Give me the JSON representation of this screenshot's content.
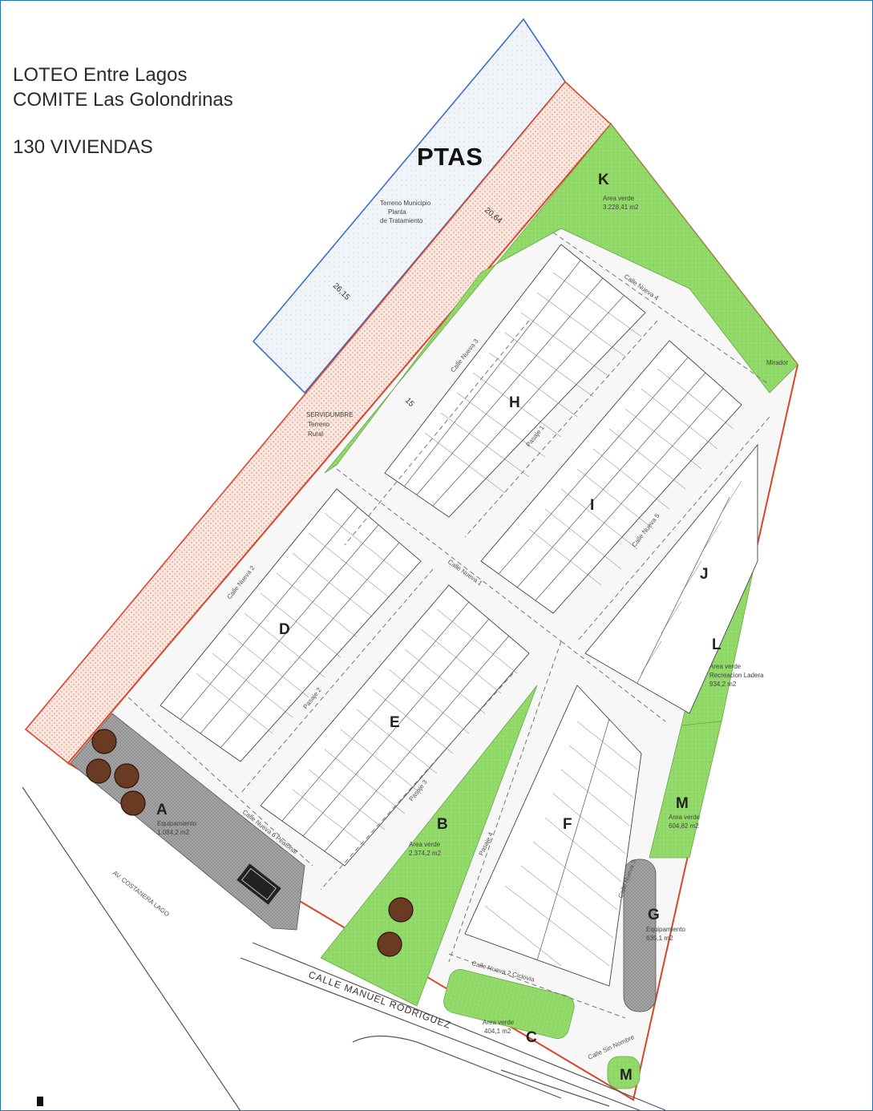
{
  "title": {
    "line1": "LOTEO Entre Lagos",
    "line2": "COMITE Las Golondrinas",
    "line3": "130 VIVIENDAS"
  },
  "ptas_label": "PTAS",
  "ptas_note": [
    "Terreno Municipio",
    "Planta",
    "de Tratamiento"
  ],
  "servi_note": [
    "SERVIDUMBRE",
    "Terreno",
    "Rural"
  ],
  "dimensions": {
    "top": "20,64",
    "left": "26,15",
    "mid": "15"
  },
  "lots": {
    "A": "A",
    "B": "B",
    "C": "C",
    "D": "D",
    "E": "E",
    "F": "F",
    "G": "G",
    "H": "H",
    "I": "I",
    "J": "J",
    "K": "K",
    "L": "L",
    "M": "M",
    "M2": "M"
  },
  "area_notes": {
    "K": [
      "Area verde",
      "3.228,41 m2"
    ],
    "L": [
      "Area verde",
      "Recreacion Ladera",
      "934,2 m2"
    ],
    "M": [
      "Area verde",
      "604,82 m2"
    ],
    "B": [
      "Area verde",
      "2.374,2 m2"
    ],
    "C": [
      "Area verde",
      "404,1 m2"
    ],
    "A": [
      "Equipamiento",
      "1.084,2 m2"
    ],
    "G": [
      "Equipamiento",
      "635,1 m2"
    ],
    "mirador": "Mirador"
  },
  "streets": {
    "calle_nueva_4": "Calle Nueva 4",
    "calle_nueva_3": "Calle Nueva 3",
    "calle_nueva_2": "Calle Nueva 2",
    "calle_nueva_1": "Calle Nueva 1",
    "calle_nueva_5": "Calle Nueva 5",
    "pasaje_1": "Pasaje 1",
    "pasaje_2": "Pasaje 2",
    "pasaje_3": "Pasaje 3",
    "pasaje_4": "Pasaje 4",
    "calle_nueva_6": "Calle Nueva 6 Peatonal",
    "calle_nueva_2_ciclovia": "Calle Nueva 2 Ciclovia",
    "calle_manuel": "CALLE MANUEL RODRIGUEZ",
    "calle_sin_nombre": "Calle Sin Nombre",
    "calle_costanera": "AV. COSTANERA LAGO"
  },
  "colors": {
    "green": "#93db6a",
    "green_grid": "#7cc456",
    "red_border": "#d9452b",
    "blue_border": "#3d6fc6",
    "gray_hatch": "#9a9a9a",
    "ptas_fill": "#eef3f8",
    "servi_fill": "#f8d9cc"
  },
  "north_symbol": "north-arrow-icon"
}
